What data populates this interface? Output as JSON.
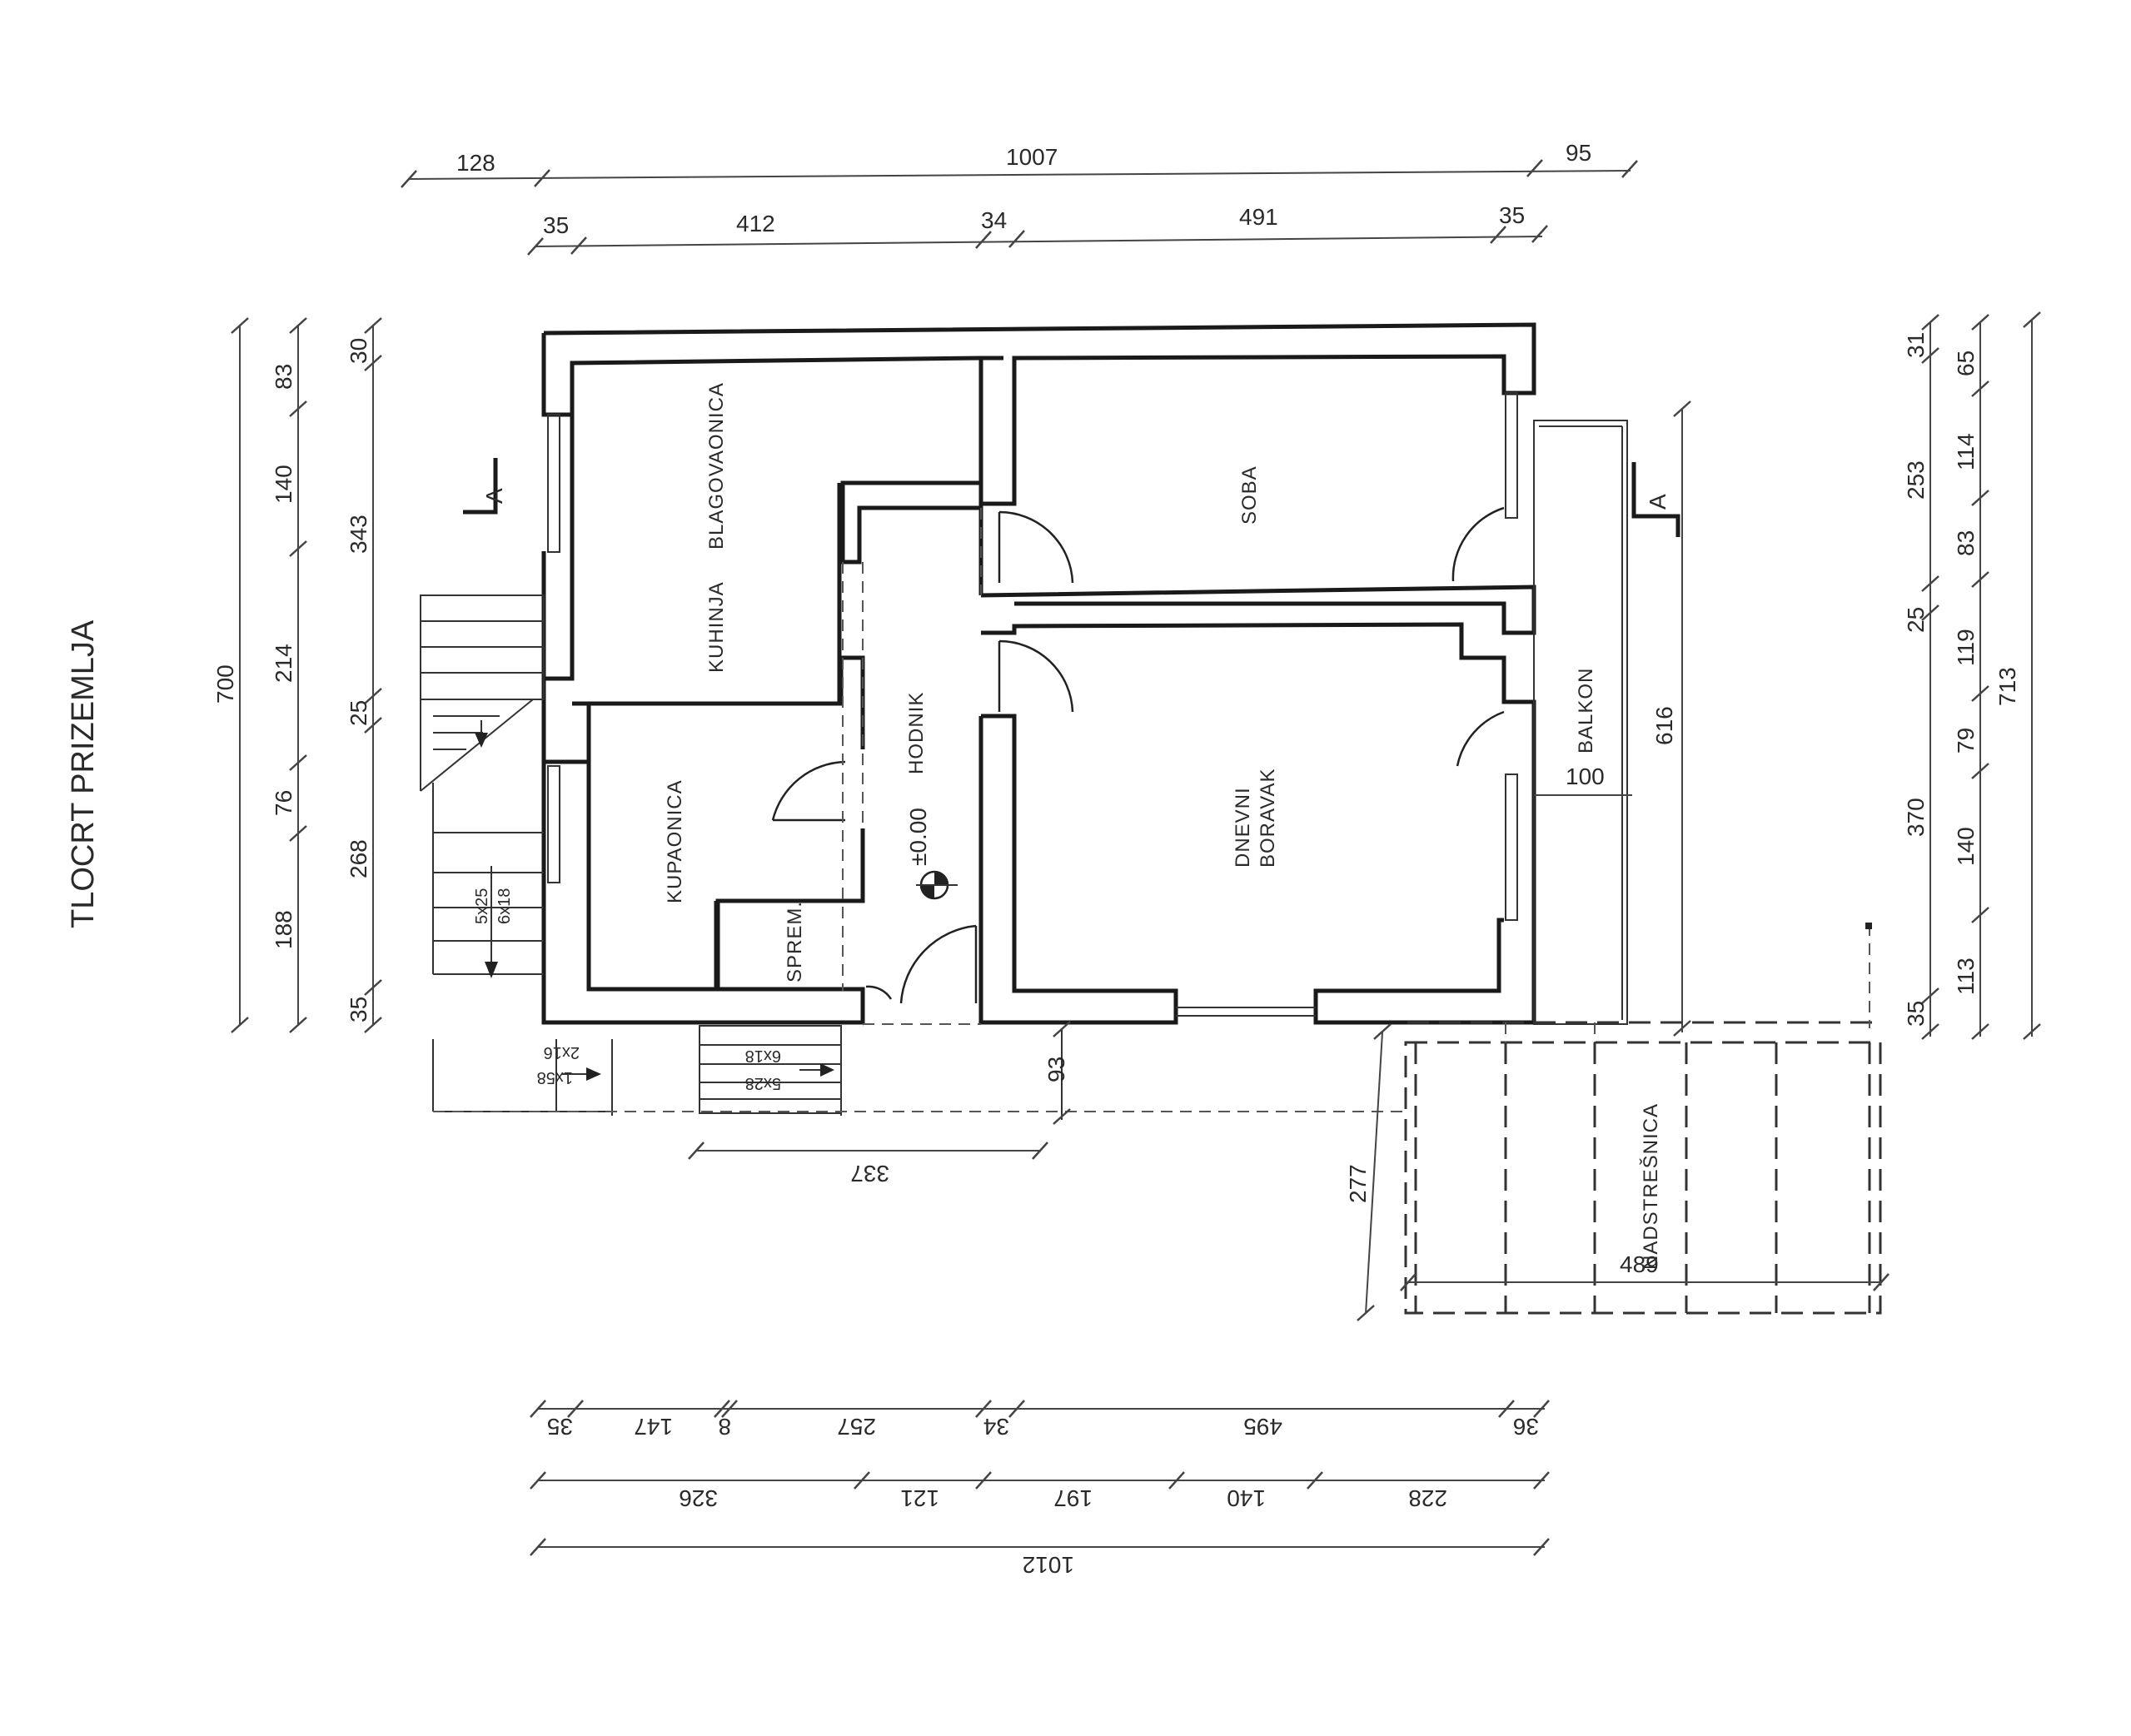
{
  "title": "TLOCRT PRIZEMLJA",
  "rooms": {
    "kuhinja": "KUHINJA",
    "blagovaonica": "BLAGOVAONICA",
    "soba": "SOBA",
    "hodnik": "HODNIK",
    "kupaonica": "KUPAONICA",
    "sprem": "SPREM.",
    "dnevni": "DNEVNI",
    "boravak": "BORAVAK",
    "balkon": "BALKON",
    "nadstresnica": "NADSTREŠNICA"
  },
  "level_mark": "±0.00",
  "section_label": "A",
  "stairs": {
    "s1": "5x25",
    "s2": "6x18",
    "s3": "2x16",
    "s4": "1x58",
    "s5": "6x18",
    "s6": "5x28"
  },
  "dims": {
    "top_overall": [
      "128",
      "1007",
      "95"
    ],
    "top_detail": [
      "35",
      "412",
      "34",
      "491",
      "35"
    ],
    "left_outer": "700",
    "left_mid": [
      "83",
      "140",
      "214",
      "76",
      "188"
    ],
    "left_inner": [
      "30",
      "343",
      "25",
      "268",
      "35"
    ],
    "right_inner": [
      "31",
      "253",
      "25",
      "370",
      "35"
    ],
    "right_mid": [
      "65",
      "114",
      "83",
      "119",
      "79",
      "140",
      "113"
    ],
    "right_outer": "713",
    "balkon_height": "616",
    "balkon_width": "100",
    "porch_93": "93",
    "porch_337": "337",
    "nad_277": "277",
    "nad_489": "489",
    "bottom_row1": [
      "35",
      "147",
      "8",
      "257",
      "34",
      "495",
      "36"
    ],
    "bottom_row2": [
      "326",
      "121",
      "197",
      "140",
      "228"
    ],
    "bottom_overall": "1012"
  }
}
